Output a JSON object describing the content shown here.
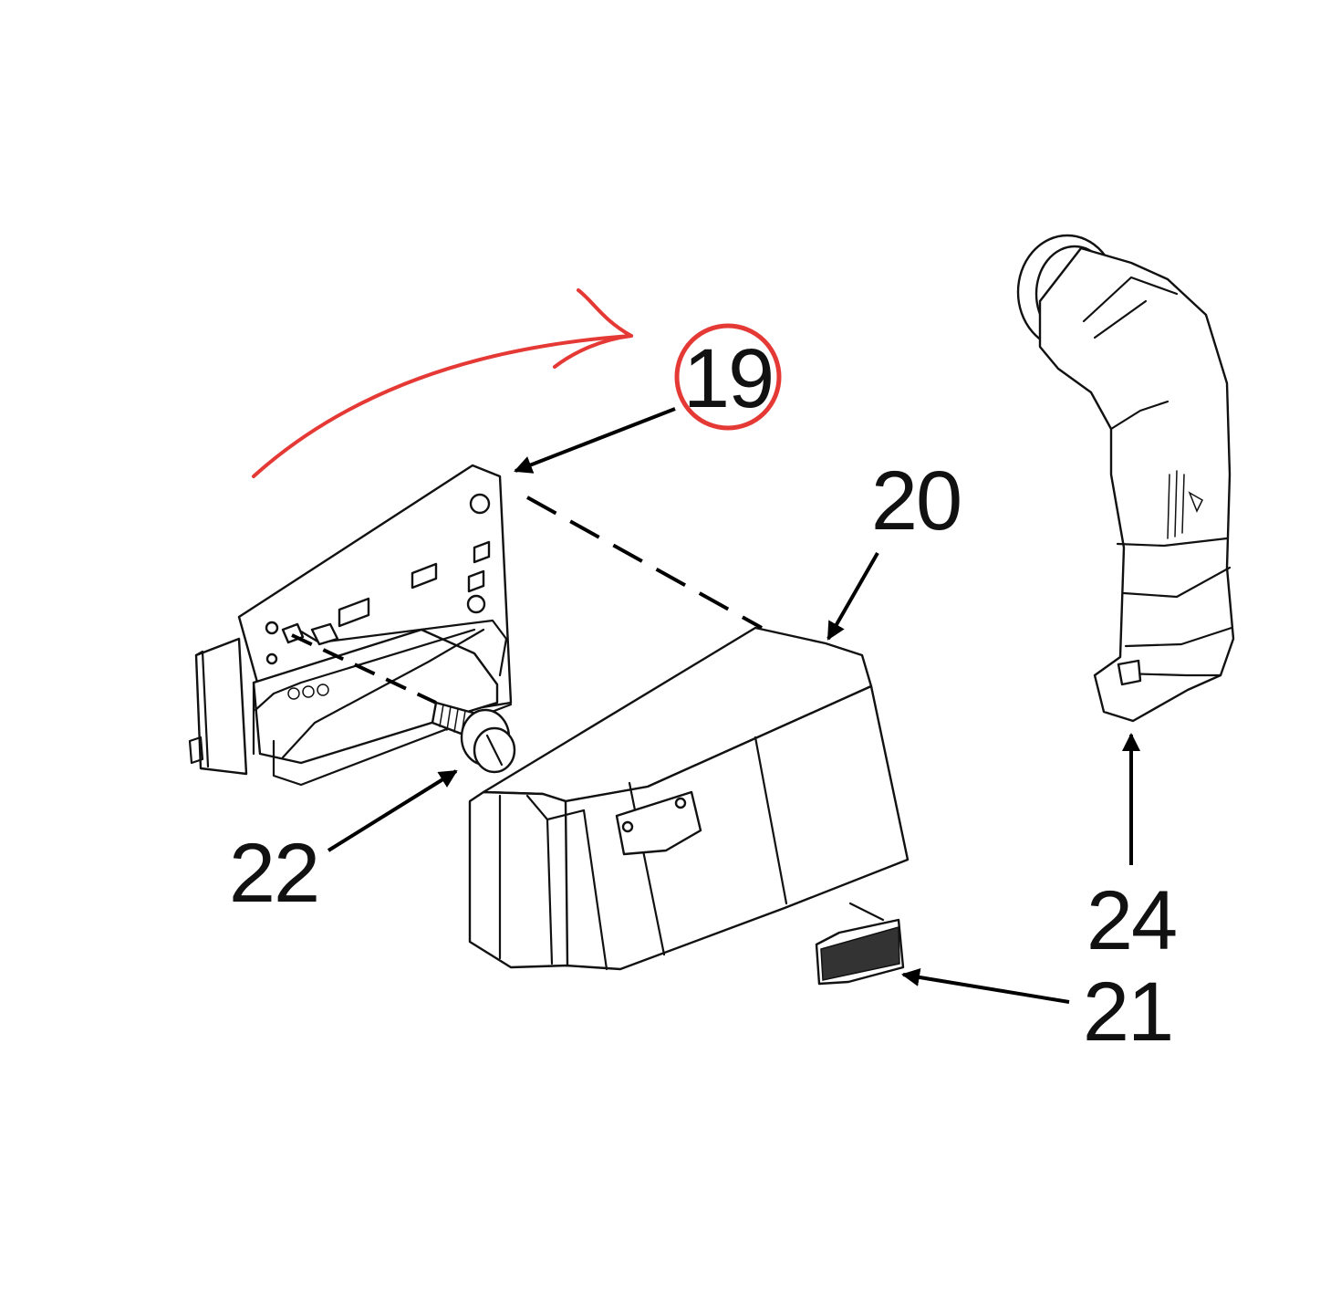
{
  "diagram": {
    "callouts": {
      "c19": "19",
      "c20": "20",
      "c21": "21",
      "c22": "22",
      "c24": "24"
    },
    "highlight": {
      "target": "19",
      "circle_color": "#e53935",
      "arrow_color": "#e53935"
    }
  }
}
